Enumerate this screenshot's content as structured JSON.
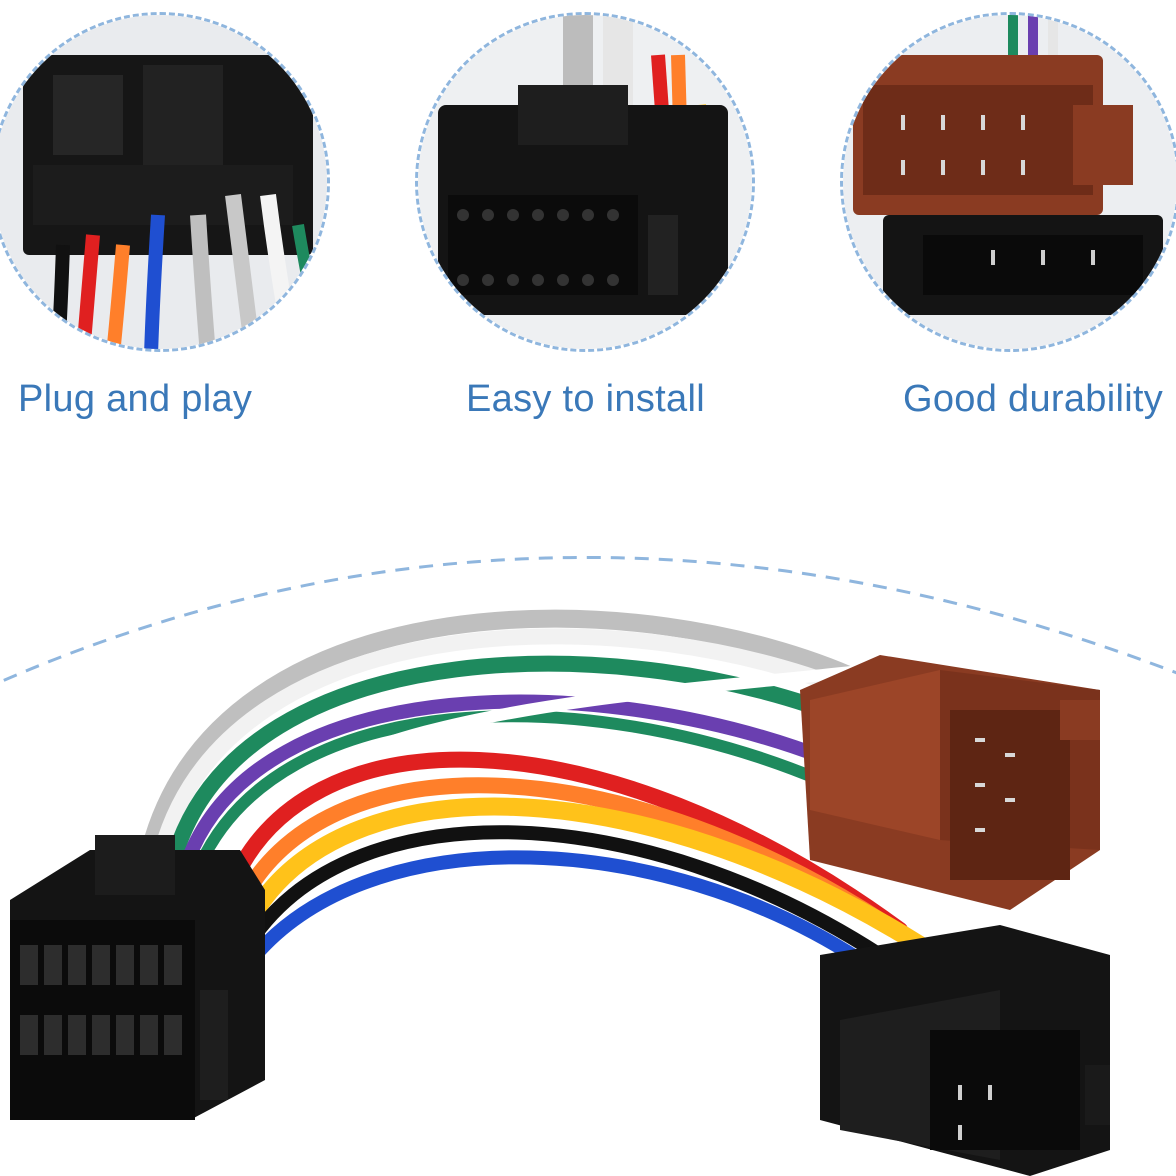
{
  "features": [
    {
      "label": "Plug and play"
    },
    {
      "label": "Easy to install"
    },
    {
      "label": "Good durability"
    }
  ],
  "colors": {
    "caption": "#3a78b8",
    "dashed_outline": "#8fb6de",
    "iso_connector": "#8a3b22",
    "head_unit_connector": "#141414"
  },
  "wire_colors": [
    "#bfbfbf",
    "#f2f2f2",
    "#1e8a5e",
    "#6a3fb0",
    "#e02020",
    "#ff7f2a",
    "#ffc21a",
    "#111111",
    "#1f4fd1"
  ]
}
